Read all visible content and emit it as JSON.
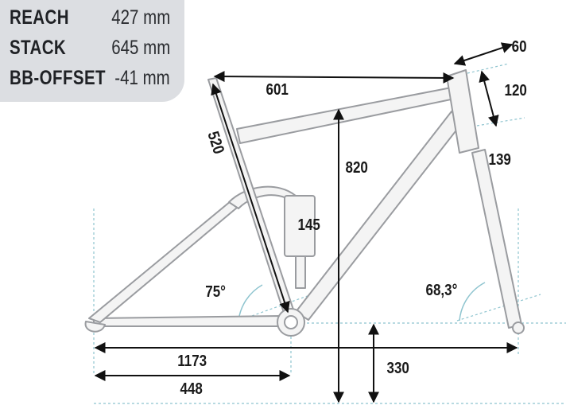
{
  "specs": [
    {
      "label": "REACH",
      "value": "427 mm"
    },
    {
      "label": "STACK",
      "value": "645 mm"
    },
    {
      "label": "BB-OFFSET",
      "value": "-41 mm"
    }
  ],
  "dimensions": {
    "top_tube": "601",
    "seat_tube": "520",
    "stem": "60",
    "spacer": "120",
    "head_tube": "139",
    "stack_height": "820",
    "shock": "145",
    "seat_angle": "75°",
    "head_angle": "68,3°",
    "wheelbase": "1173",
    "chainstay": "448",
    "bb_height": "330"
  },
  "colors": {
    "frame_stroke": "#9a9ca0",
    "frame_fill": "#f3f3f3",
    "arrow": "#111111",
    "guide": "#8ec4cf",
    "spec_panel": "#dcdee2"
  }
}
